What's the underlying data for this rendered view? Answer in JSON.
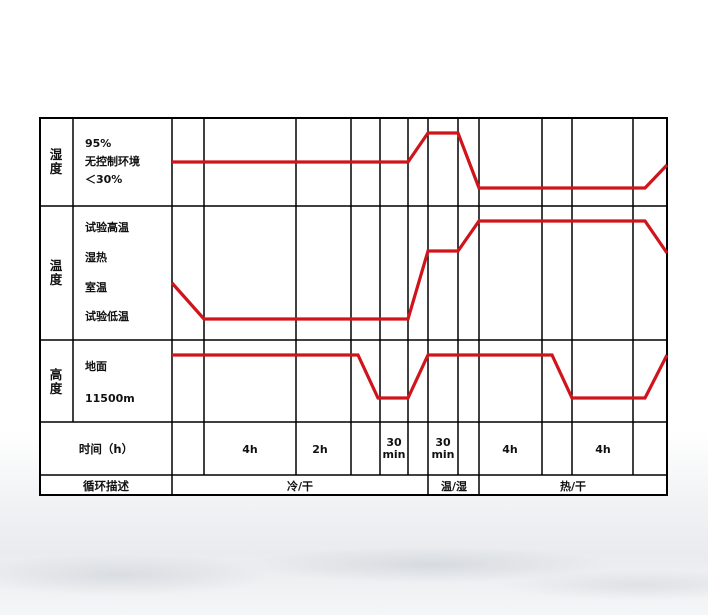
{
  "rows": {
    "humidity": {
      "title": "湿度",
      "labels": [
        "95%",
        "无控制环境",
        "＜30%"
      ]
    },
    "temperature": {
      "title": "温度",
      "labels": [
        "试验高温",
        "湿热",
        "室温",
        "试验低温"
      ]
    },
    "altitude": {
      "title": "高度",
      "labels": [
        "地面",
        "11500m"
      ]
    }
  },
  "time_row": {
    "title": "时间（h）",
    "cells": [
      "4h",
      "2h",
      "30\nmin",
      "30\nmin",
      "4h",
      "4h"
    ]
  },
  "cycle_row": {
    "title": "循环描述",
    "cells": [
      "冷/干",
      "温/湿",
      "热/干"
    ]
  },
  "colors": {
    "line": "#d0141b",
    "grid": "#000000",
    "background": "#ffffff"
  }
}
